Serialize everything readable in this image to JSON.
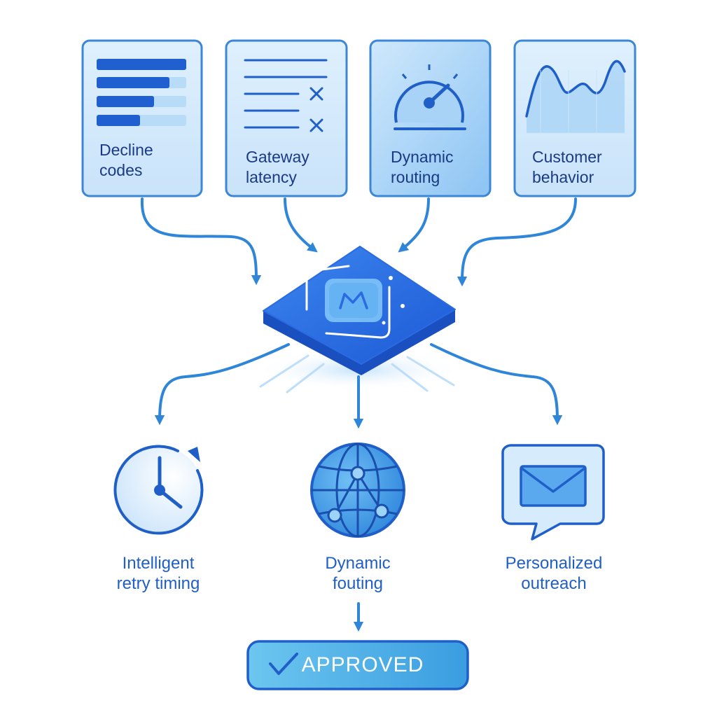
{
  "inputs": [
    {
      "line1": "Decline",
      "line2": "codes"
    },
    {
      "line1": "Gateway",
      "line2": "latency"
    },
    {
      "line1": "Dynamic",
      "line2": "routing"
    },
    {
      "line1": "Customer",
      "line2": "behavior"
    }
  ],
  "outputs": [
    {
      "line1": "Intelligent",
      "line2": "retry timing"
    },
    {
      "line1": "Dynamic",
      "line2": "fouting"
    },
    {
      "line1": "Personalized",
      "line2": "outreach"
    }
  ],
  "result": {
    "label": "APPROVED"
  },
  "colors": {
    "primary": "#1f5fc7",
    "card_border": "#3c86d8",
    "card_fill": "#d3e9fb",
    "chip": "#2f6fe0",
    "approved_fill": "#4aa8e4"
  }
}
